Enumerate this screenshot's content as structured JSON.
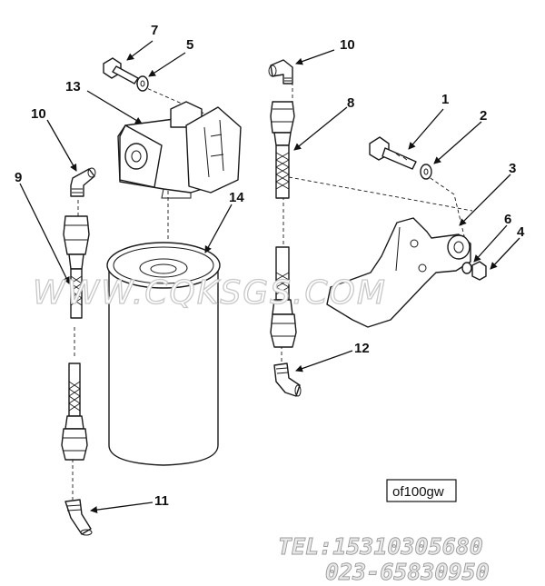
{
  "callouts": {
    "c1": "1",
    "c2": "2",
    "c3": "3",
    "c4": "4",
    "c5": "5",
    "c6": "6",
    "c7": "7",
    "c8": "8",
    "c9": "9",
    "c10a": "10",
    "c10b": "10",
    "c11": "11",
    "c12": "12",
    "c13": "13",
    "c14": "14"
  },
  "drawing_code": "of100gw",
  "watermark": "WWW.CQKSGS.COM",
  "contact": {
    "tel": "TEL:15310305680",
    "phone": "023-65830950"
  }
}
